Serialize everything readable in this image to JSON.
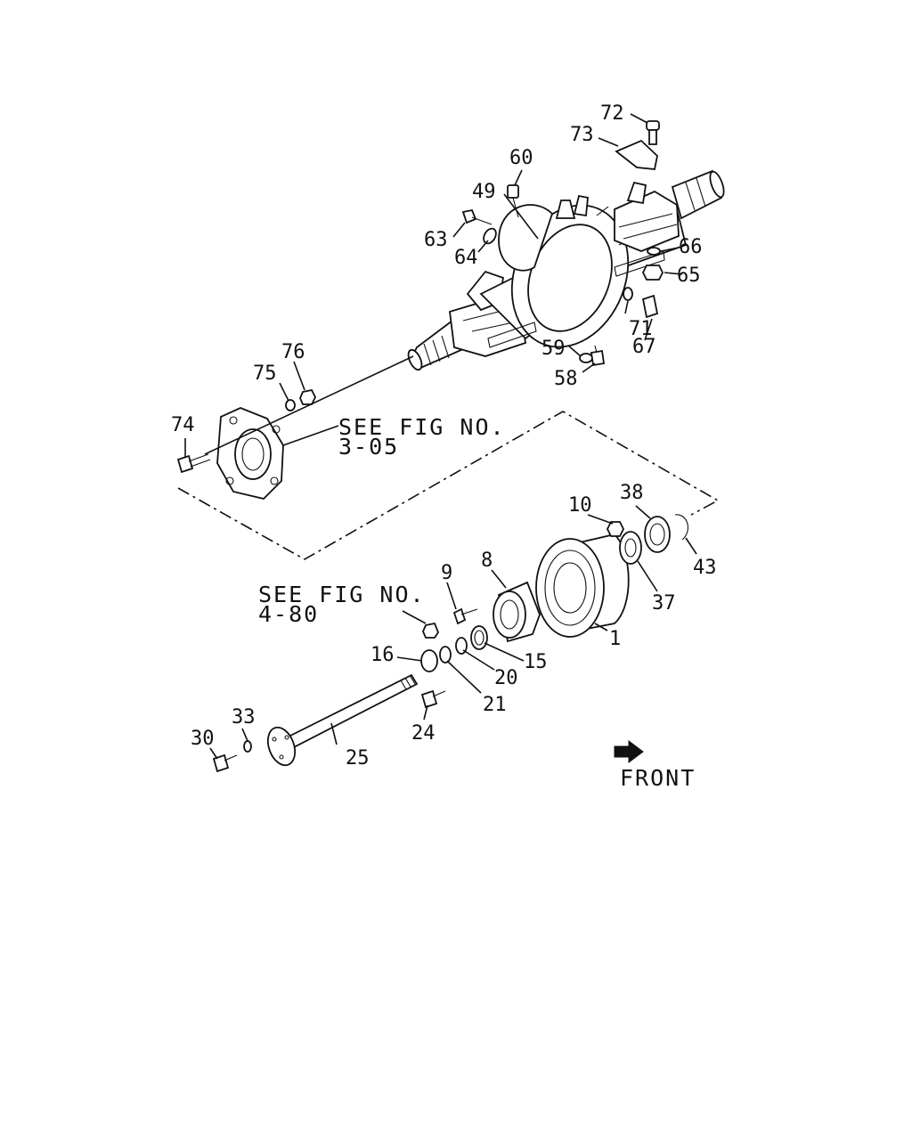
{
  "diagram": {
    "parts": [
      {
        "label": "1"
      },
      {
        "label": "8"
      },
      {
        "label": "9"
      },
      {
        "label": "10"
      },
      {
        "label": "15"
      },
      {
        "label": "16"
      },
      {
        "label": "20"
      },
      {
        "label": "21"
      },
      {
        "label": "24"
      },
      {
        "label": "25"
      },
      {
        "label": "30"
      },
      {
        "label": "33"
      },
      {
        "label": "37"
      },
      {
        "label": "38"
      },
      {
        "label": "43"
      },
      {
        "label": "49"
      },
      {
        "label": "58"
      },
      {
        "label": "59"
      },
      {
        "label": "60"
      },
      {
        "label": "63"
      },
      {
        "label": "64"
      },
      {
        "label": "65"
      },
      {
        "label": "66"
      },
      {
        "label": "67"
      },
      {
        "label": "71"
      },
      {
        "label": "72"
      },
      {
        "label": "73"
      },
      {
        "label": "74"
      },
      {
        "label": "75"
      },
      {
        "label": "76"
      }
    ],
    "references": [
      {
        "line1": "SEE FIG NO.",
        "line2": "3-05"
      },
      {
        "line1": "SEE FIG NO.",
        "line2": "4-80"
      }
    ],
    "direction_label": "FRONT"
  }
}
